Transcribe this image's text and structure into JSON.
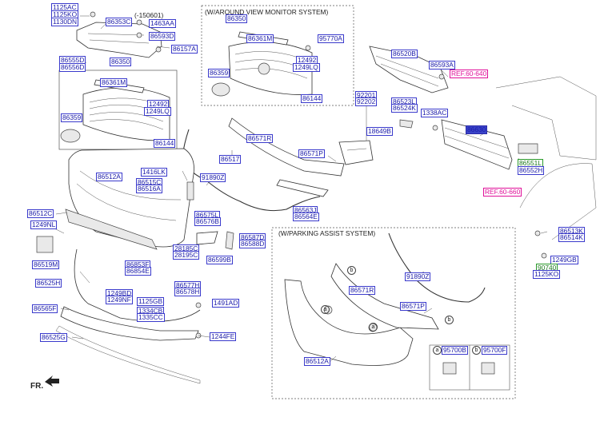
{
  "lbl": {
    "a1125ac": "1125AC",
    "a1125ko": "1125KO",
    "a1130dn": "1130DN",
    "a86353c": "86353C",
    "a150601": "(-150601)",
    "a1463aa": "1463AA",
    "a86593d": "86593D",
    "a86157a": "86157A",
    "a86350a": "86350",
    "a86555d": "86555D",
    "a86556d": "86556D",
    "a86361ma": "86361M",
    "a12492a": "12492",
    "a1249lqa": "1249LQ",
    "a86359a": "86359",
    "a86144a": "86144",
    "w_avm": "(W/AROUND VIEW MONITOR SYSTEM)",
    "b86350": "86350",
    "b86361m": "86361M",
    "b95770a": "95770A",
    "b12492": "12492",
    "b1249lq": "1249LQ",
    "b86359": "86359",
    "b86144": "86144",
    "c86520b": "86520B",
    "c86593a": "86593A",
    "cref1": "REF.60-640",
    "c92201": "92201",
    "c92202": "92202",
    "c86523l": "86523L",
    "c86524k": "86524K",
    "c1338ac": "1338AC",
    "c86630": "86630",
    "c18649b": "18649B",
    "c86571r": "86571R",
    "c86517": "86517",
    "c86571p": "86571P",
    "c86551l": "86551L",
    "c86552h": "86552H",
    "cref2": "REF.60-660",
    "d1416lk": "1416LK",
    "d86512a": "86512A",
    "d86515c": "86515C",
    "d86516a": "86516A",
    "d91890z": "91890Z",
    "d86512c": "86512C",
    "d1249nl": "1249NL",
    "d86563j": "86563J",
    "d86564e": "86564E",
    "d86575l": "86575L",
    "d86576b": "86576B",
    "d86519m": "86519M",
    "d28185c": "28185C",
    "d28195c": "28195C",
    "d86599b": "86599B",
    "d86587d": "86587D",
    "d86588d": "86588D",
    "d86853f": "86853F",
    "d86854e": "86854E",
    "d86513k": "86513K",
    "d86514k": "86514K",
    "d1249gb": "1249GB",
    "d90740": "90740",
    "d1125ko": "1125KO",
    "e86525h": "86525H",
    "e1249bd": "1249BD",
    "e1249nf": "1249NF",
    "e86577h": "86577H",
    "e86578h": "86578H",
    "e1491ad": "1491AD",
    "e1125gb": "1125GB",
    "e86565f": "86565F",
    "e1334cb": "1334CB",
    "e1335cc": "1335CC",
    "e86525g": "86525G",
    "e1244fe": "1244FE",
    "w_pas": "(W/PARKING ASSIST SYSTEM)",
    "f91890z": "91890Z",
    "f86571r": "86571R",
    "f86571p": "86571P",
    "f86512a": "86512A",
    "f95700b": "95700B",
    "f95700f": "95700F",
    "ca": "a",
    "cb": "b",
    "fr": "FR."
  }
}
